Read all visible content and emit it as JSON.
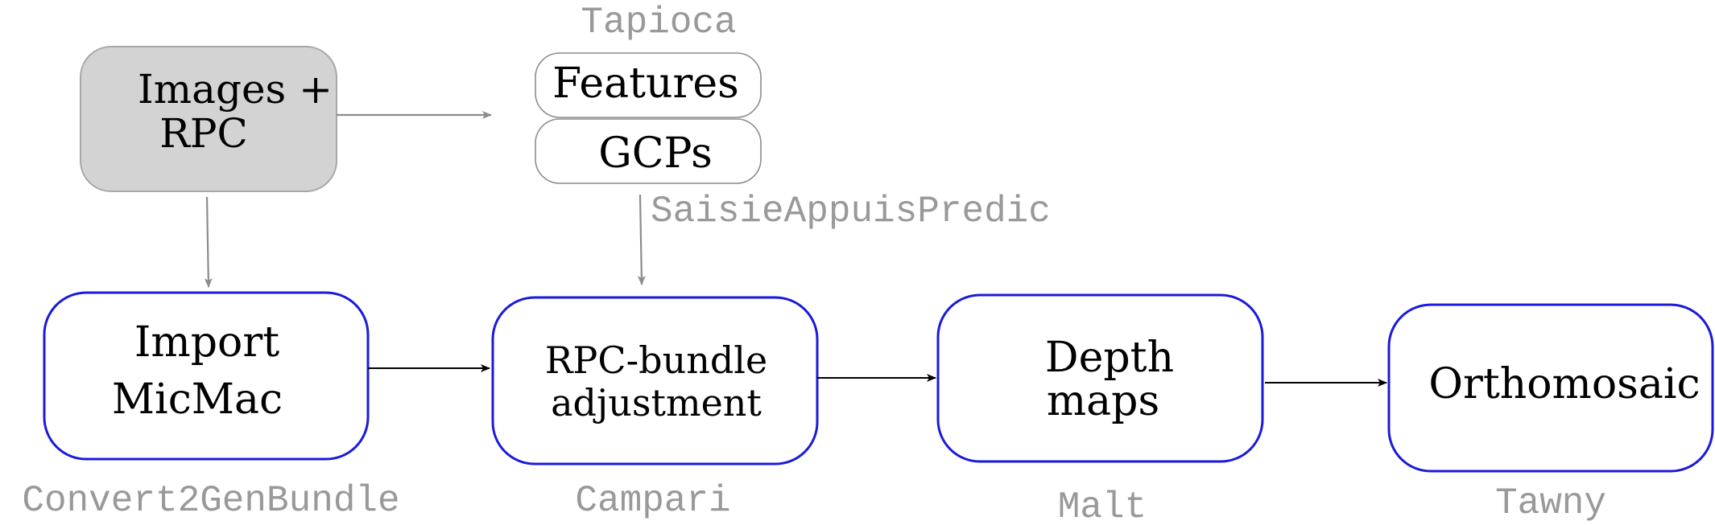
{
  "nodes": {
    "images_rpc": {
      "line1": "Images +",
      "line2": "RPC"
    },
    "features": {
      "label": "Features"
    },
    "gcps": {
      "label": "GCPs"
    },
    "import": {
      "line1": "Import",
      "line2": "MicMac"
    },
    "rpc_bundle": {
      "line1": "RPC-bundle",
      "line2": "adjustment"
    },
    "depth": {
      "line1": "Depth",
      "line2": "maps"
    },
    "ortho": {
      "label": "Orthomosaic"
    }
  },
  "tools": {
    "tapioca": "Tapioca",
    "saisie": "SaisieAppuisPredic",
    "convert": "Convert2GenBundle",
    "campari": "Campari",
    "malt": "Malt",
    "tawny": "Tawny"
  },
  "colors": {
    "blue_border": "#1a1adb",
    "gray_fill": "#d3d3d3",
    "gray_border": "#9a9a9a",
    "gray_text": "#999999",
    "gray_arrow": "#8c8c8c",
    "black": "#000000"
  }
}
